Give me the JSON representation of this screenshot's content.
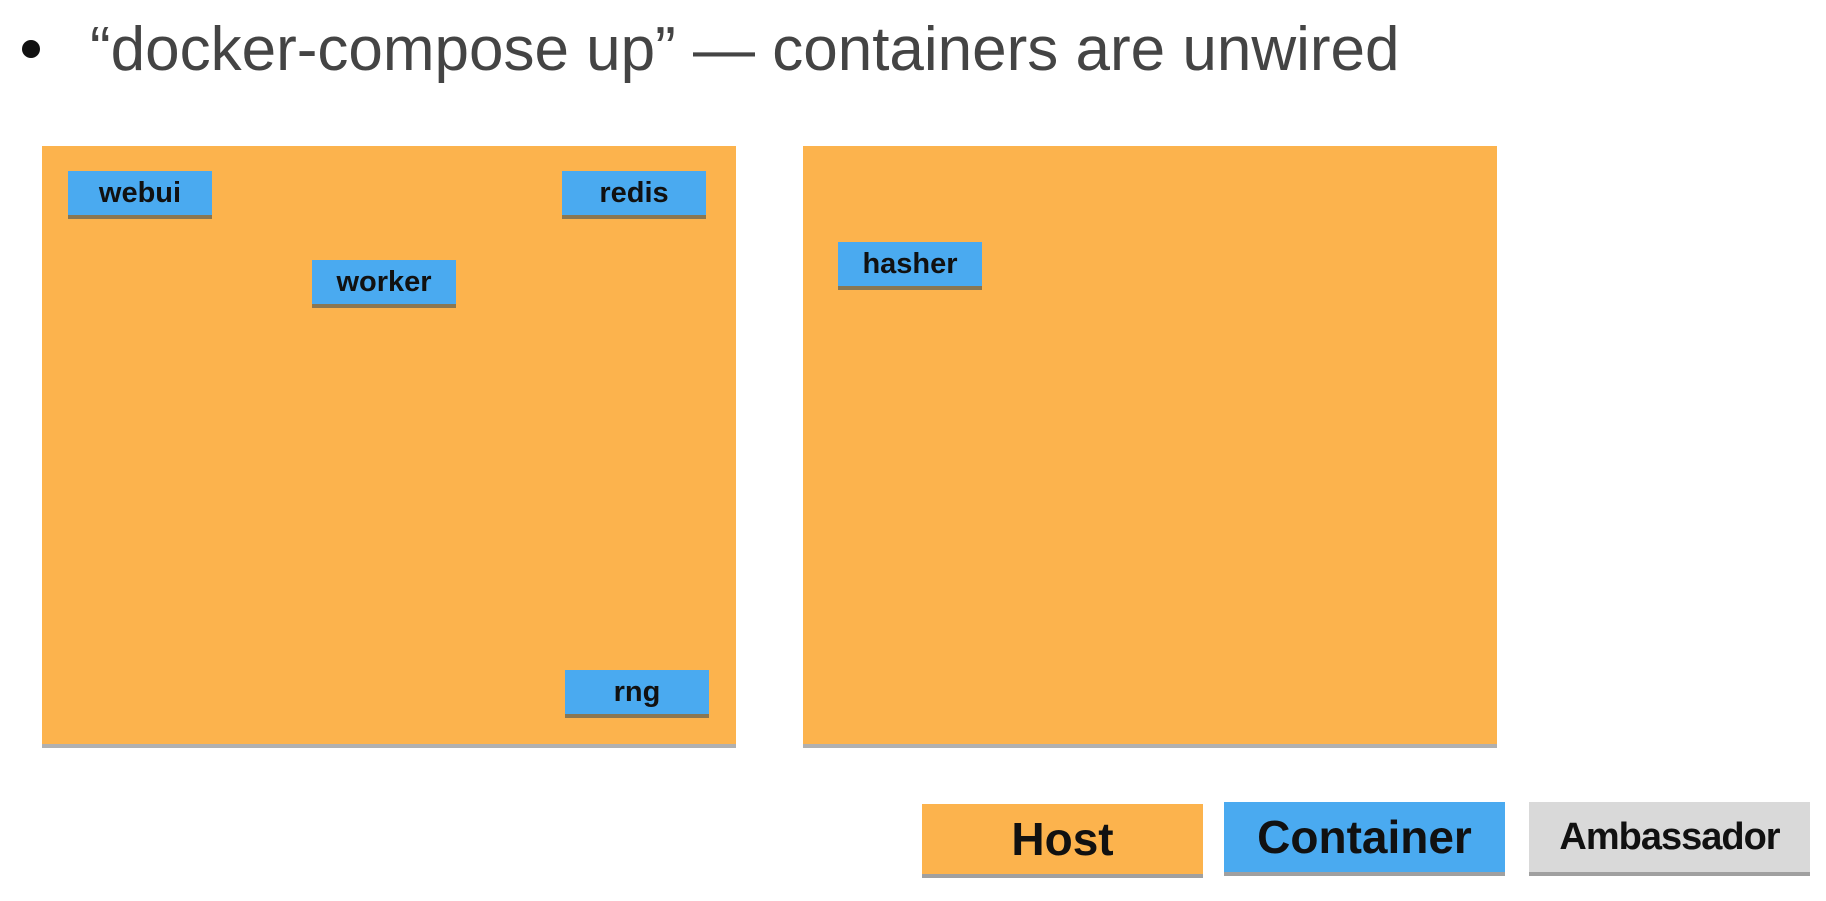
{
  "title": "“docker-compose up” — containers are unwired",
  "hosts": [
    {
      "containers": [
        {
          "label": "webui"
        },
        {
          "label": "redis"
        },
        {
          "label": "worker"
        },
        {
          "label": "rng"
        }
      ]
    },
    {
      "containers": [
        {
          "label": "hasher"
        }
      ]
    }
  ],
  "legend": {
    "host": "Host",
    "container": "Container",
    "ambassador": "Ambassador"
  },
  "colors": {
    "host": "#fcb34d",
    "container": "#4aaaf0",
    "ambassador": "#d9d9d9",
    "title_text": "#444444"
  }
}
